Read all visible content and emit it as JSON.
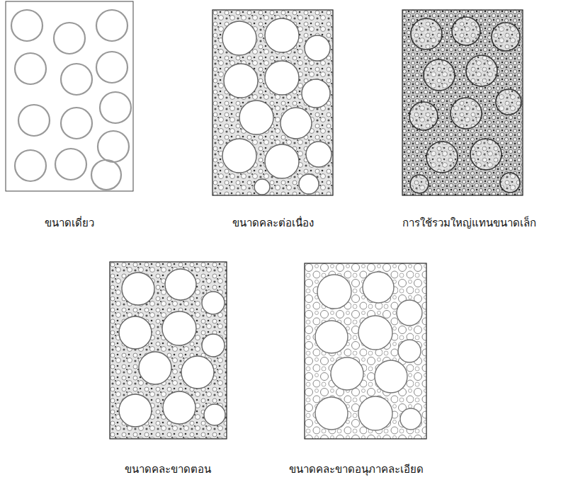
{
  "diagram": {
    "labels": [
      "ขนาดเดี่ยว",
      "ขนาดคละต่อเนื่อง",
      "การใช้รวมใหญ่แทนขนาดเล็ก",
      "ขนาดคละขาดตอน",
      "ขนาดคละขาดอนุภาคละเอียด"
    ]
  }
}
